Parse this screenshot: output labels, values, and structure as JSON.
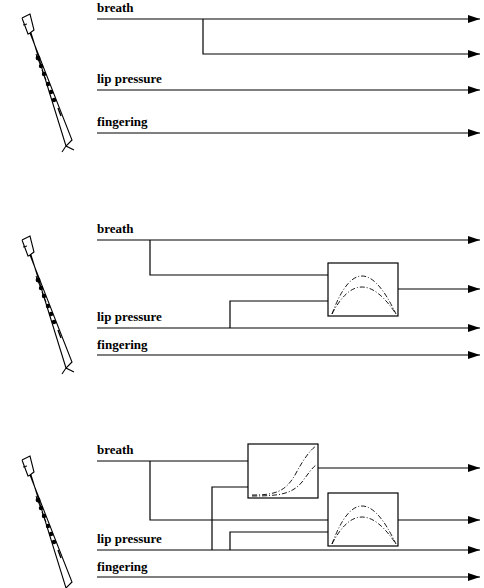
{
  "diagram": {
    "labels": [
      "breath",
      "lip pressure",
      "fingering",
      "breath",
      "lip pressure",
      "fingering",
      "breath",
      "lip pressure",
      "fingering"
    ]
  }
}
